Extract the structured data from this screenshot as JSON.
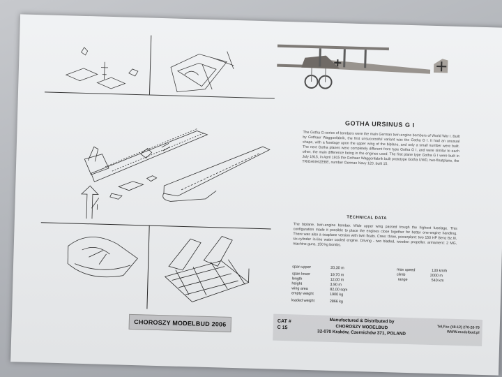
{
  "brand": {
    "label": "CHOROSZY MODELBUD 2006"
  },
  "title": "GOTHA URSINUS G I",
  "history": "The Gotha G-series of bombers were the main German twin-engine bombers of World War I. Built by Gothaer Waggonfabrik, the first unsuccessful variant was the Gotha G I. It had an unusual shape, with a fuselage upon the upper wing of the biplane, and only a small number were built. The next Gotha planes were completely different from type Gotha G I, and were similar to each other, the main difference being in the engines used. The first plane type Gotha G I were built in July 1915, in April 1915 the Gothaer Waggonfabrik built prototype Gotha UWD, two-floatplane, the TRIGANHIZEBE, number German Navy 120, built 15.",
  "tech_heading": "TECHNICAL DATA",
  "tech_text": "The biplane, twin-engine bomber. Wide upper wing passed trough the highest fuselage. This configuration made it possible to place the engines close together for better one-engine handling. There was also a seaplane version with twin floats. Crew: three, powerplant: two 150 HP Benz Bz.III, six-cylinder in-line water cooled engine. Driving - two bladed, wooden propeller. armament: 2 MG, machine guns, 150 kg bombs.",
  "specs": [
    {
      "label": "span upper",
      "value": "20,30 m"
    },
    {
      "label": "span lower",
      "value": "19,70 m"
    },
    {
      "label": "length",
      "value": "12,00 m"
    },
    {
      "label": "height",
      "value": "3,90 m"
    },
    {
      "label": "wing area",
      "value": "82,00 sqm"
    },
    {
      "label": "empty weight",
      "value": "1900 kg"
    },
    {
      "label": "loaded weight",
      "value": "2866 kg"
    },
    {
      "label": "max speed",
      "value": "130 km/h"
    },
    {
      "label": "climb",
      "value": "2000 m"
    },
    {
      "label": "range",
      "value": "540 km"
    }
  ],
  "footer": {
    "cat_line1": "CAT #",
    "cat_line2": "C 15",
    "manu_line1": "Manufactured & Distributed by",
    "manu_line2": "CHOROSZY MODELBUD",
    "manu_line3": "32-070 Kraków, Czernichów 371, POLAND",
    "tel": "Tel,Fax (48-12) 270-26-79",
    "web": "WWW.modelbud.pl"
  }
}
